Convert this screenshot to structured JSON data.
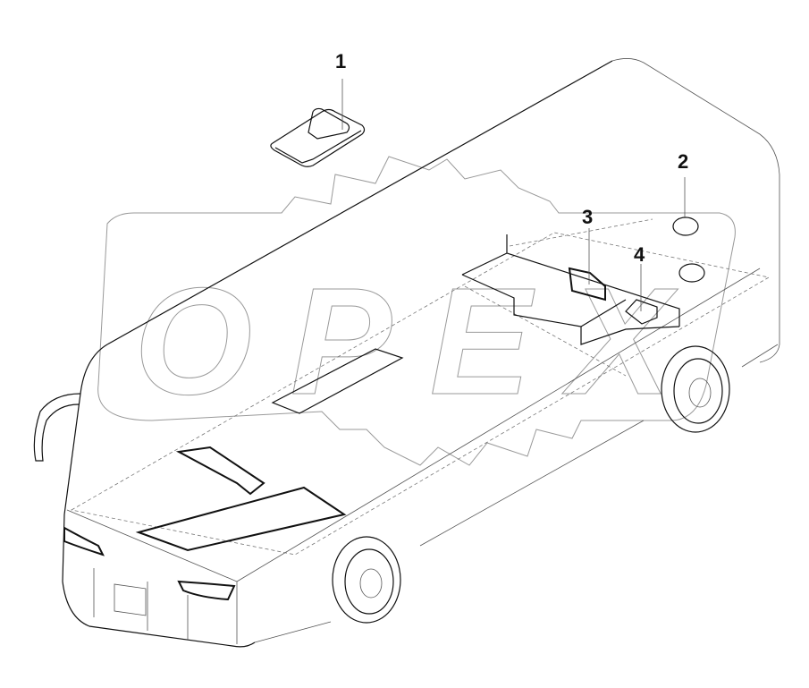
{
  "diagram": {
    "watermark": "OPEX",
    "callouts": [
      {
        "label": "1",
        "part": "roof-hatch"
      },
      {
        "label": "2",
        "part": "round-roof-element"
      },
      {
        "label": "3",
        "part": "rectangular-panel"
      },
      {
        "label": "4",
        "part": "small-square-panel"
      }
    ],
    "colors": {
      "line": "#111111",
      "watermark": "#999999",
      "background": "#ffffff"
    }
  }
}
